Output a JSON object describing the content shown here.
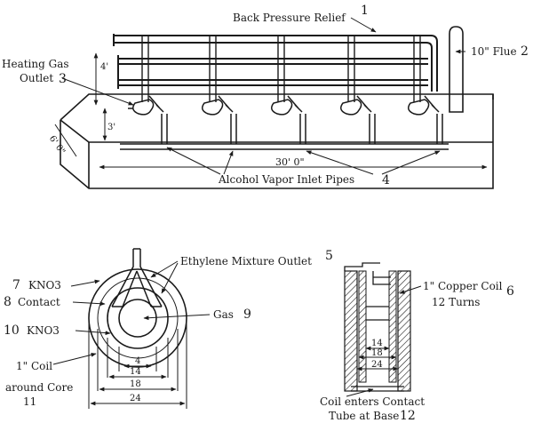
{
  "top_figure": {
    "back_pressure_relief": "Back Pressure Relief",
    "num_1": "1",
    "flue": "10\" Flue",
    "num_2": "2",
    "heating_gas_outlet_line1": "Heating Gas",
    "heating_gas_outlet_line2": "Outlet",
    "num_3": "3",
    "alcohol_vapor_inlet": "Alcohol Vapor Inlet Pipes",
    "num_4": "4",
    "length_dim": "30' 0\"",
    "height_dim_upper": "4'",
    "height_dim_lower": "3'",
    "side_dim": "6' 0\""
  },
  "cross_section": {
    "ethylene_outlet": "Ethylene Mixture Outlet",
    "num_5": "5",
    "kno3_outer_num": "7",
    "kno3_outer": "KNO3",
    "contact_num": "8",
    "contact": "Contact",
    "kno3_inner_num": "10",
    "kno3_inner": "KNO3",
    "gas": "Gas",
    "num_9": "9",
    "coil_line1": "1\" Coil",
    "coil_line2": "around Core",
    "num_11": "11",
    "dim_inner": "4",
    "dim_14": "14",
    "dim_18": "18",
    "dim_24": "24"
  },
  "tube_section": {
    "copper_coil_line1": "1\" Copper Coil",
    "copper_coil_line2": "12 Turns",
    "num_6": "6",
    "dim_14": "14",
    "dim_18": "18",
    "dim_24": "24",
    "coil_enters_line1": "Coil enters Contact",
    "coil_enters_line2": "Tube at Base",
    "num_12": "12"
  }
}
